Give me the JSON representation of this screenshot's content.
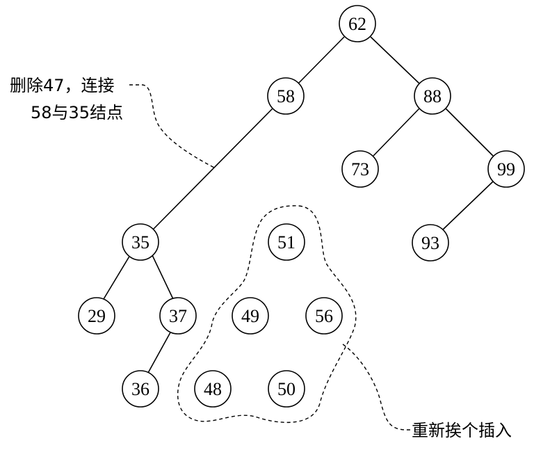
{
  "nodes": {
    "n62": "62",
    "n58": "58",
    "n88": "88",
    "n73": "73",
    "n99": "99",
    "n93": "93",
    "n35": "35",
    "n29": "29",
    "n37": "37",
    "n36": "36",
    "n51": "51",
    "n49": "49",
    "n56": "56",
    "n48": "48",
    "n50": "50"
  },
  "annotations": {
    "delete_line1": "删除47，连接",
    "delete_line2": "58与35结点",
    "reinsert": "重新挨个插入"
  }
}
